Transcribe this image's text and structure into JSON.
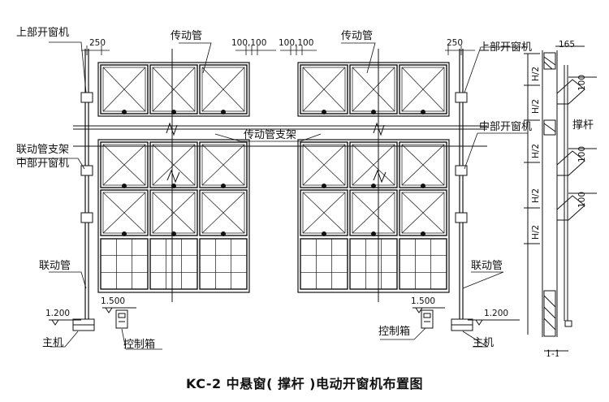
{
  "title": "KC-2 中悬窗( 撑杆 )电动开窗机布置图",
  "labels": {
    "upper_opener": "上部开窗机",
    "middle_opener": "中部开窗机",
    "linkage_bracket": "联动管支架",
    "linkage_tube": "联动管",
    "drive_tube": "传动管",
    "drive_tube_bracket": "传动管支架",
    "main_unit": "主机",
    "control_box": "控制箱",
    "strut": "撑杆",
    "section": "1-1"
  },
  "dimensions": {
    "d250": "250",
    "d100_pair": "100,100",
    "d165": "165",
    "d100": "100",
    "h_half": "H/2",
    "elev_1500": "1.500",
    "elev_1200": "1.200"
  }
}
